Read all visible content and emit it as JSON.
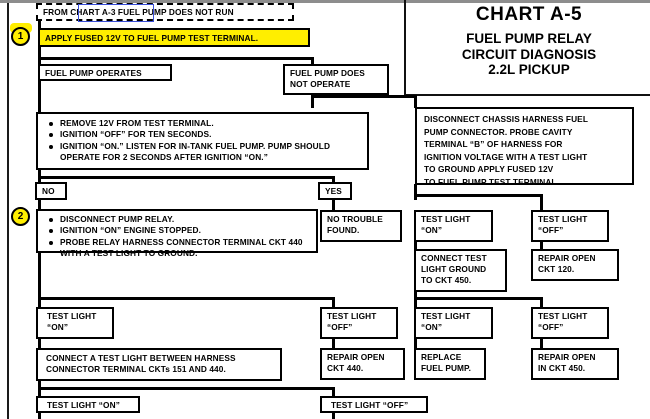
{
  "page": {
    "title_main": "CHART A-5",
    "title_sub_line1": "FUEL PUMP RELAY",
    "title_sub_line2": "CIRCUIT DIAGNOSIS",
    "title_sub_line3": "2.2L PICKUP",
    "accent_highlight": "#ffee00",
    "selection_color": "#3a4fd8",
    "ink_color": "#000000"
  },
  "steps": {
    "one": "1",
    "two": "2"
  },
  "nodes": {
    "entry": "FROM CHART A-3 FUEL PUMP DOES NOT RUN",
    "apply_12v": "APPLY FUSED 12V TO FUEL PUMP TEST TERMINAL.",
    "pump_operates": "FUEL PUMP OPERATES",
    "pump_not_operate_l1": "FUEL PUMP DOES",
    "pump_not_operate_l2": "NOT OPERATE",
    "step1_bullets": [
      "REMOVE 12V FROM TEST TERMINAL.",
      "IGNITION “OFF” FOR TEN SECONDS.",
      "IGNITION “ON.”  LISTEN FOR IN-TANK FUEL PUMP.  PUMP SHOULD OPERATE FOR 2 SECONDS AFTER IGNITION “ON.”"
    ],
    "disconnect_chassis": [
      "DISCONNECT CHASSIS HARNESS FUEL",
      "PUMP CONNECTOR.  PROBE CAVITY",
      "TERMINAL “B” OF HARNESS FOR",
      "IGNITION VOLTAGE WITH A TEST LIGHT",
      "TO GROUND APPLY FUSED 12V",
      "TO FUEL PUMP TEST TERMINAL."
    ],
    "no_label": "NO",
    "yes_label": "YES",
    "step2_bullets": [
      "DISCONNECT PUMP RELAY.",
      "IGNITION “ON” ENGINE STOPPED.",
      "PROBE RELAY HARNESS CONNECTOR TERMINAL CKT 440 WITH A TEST LIGHT TO GROUND."
    ],
    "no_trouble_l1": "NO TROUBLE",
    "no_trouble_l2": "FOUND.",
    "tl_on_a_l1": "TEST LIGHT",
    "tl_on_a_l2": "“ON”",
    "tl_off_a_l1": "TEST LIGHT",
    "tl_off_a_l2": "“OFF”",
    "connect_gnd_l1": "CONNECT TEST",
    "connect_gnd_l2": "LIGHT GROUND",
    "connect_gnd_l3": "TO CKT 450.",
    "repair_120_l1": "REPAIR OPEN",
    "repair_120_l2": "CKT 120.",
    "tl_on_b_l1": "TEST LIGHT",
    "tl_on_b_l2": "“ON”",
    "tl_off_b_l1": "TEST LIGHT",
    "tl_off_b_l2": "“OFF”",
    "tl_on_c_l1": "TEST LIGHT",
    "tl_on_c_l2": "“ON”",
    "tl_off_c_l1": "TEST LIGHT",
    "tl_off_c_l2": "“OFF”",
    "connect_harness_l1": "CONNECT A TEST LIGHT BETWEEN HARNESS",
    "connect_harness_l2": "CONNECTOR TERMINAL CKTs 151 AND 440.",
    "repair_440_l1": "REPAIR OPEN",
    "repair_440_l2": "CKT 440.",
    "replace_pump_l1": "REPLACE",
    "replace_pump_l2": "FUEL PUMP.",
    "repair_450_l1": "REPAIR OPEN",
    "repair_450_l2": "IN CKT 450.",
    "tl_on_final": "TEST LIGHT “ON”",
    "tl_off_final": "TEST LIGHT “OFF”"
  }
}
